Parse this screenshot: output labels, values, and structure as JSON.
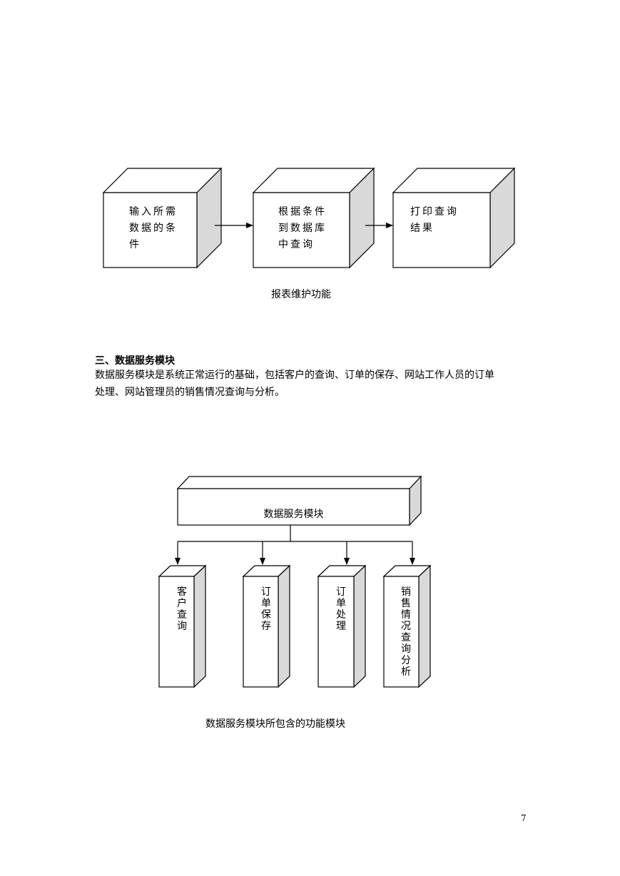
{
  "flow1": {
    "boxes": [
      {
        "text": "输入所需\n数据的条\n件"
      },
      {
        "text": "根据条件\n到数据库\n中查询"
      },
      {
        "text": "打印查询\n结果"
      }
    ],
    "caption": "报表维护功能"
  },
  "section": {
    "title": "三、数据服务模块",
    "line1": "数据服务模块是系统正常运行的基础，包括客户的查询、订单的保存、网站工作人员的订单",
    "line2": "处理、网站管理员的销售情况查询与分析。"
  },
  "tree": {
    "root": "数据服务模块",
    "children": [
      {
        "text": "客户查询"
      },
      {
        "text": "订单保存"
      },
      {
        "text": "订单处理"
      },
      {
        "text": "销售情况查询分析"
      }
    ],
    "caption": "数据服务模块所包含的功能模块"
  },
  "page_number": "7",
  "colors": {
    "box_side": "#d9d9d9",
    "line": "#000000"
  }
}
